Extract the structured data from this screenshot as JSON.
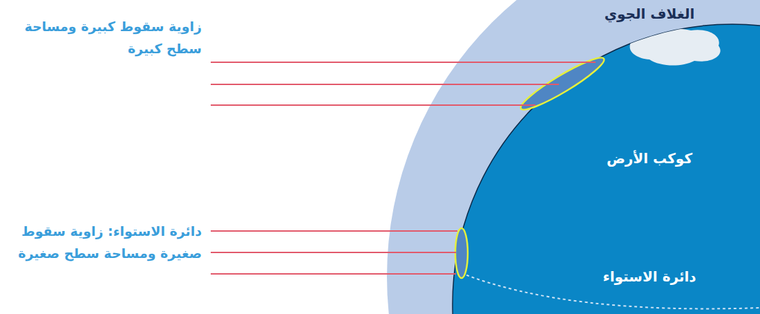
{
  "diagram": {
    "labels": [
      "الغلاف الجوي",
      "زاوية سقوط كبيرة ومساحة سطح كبيرة",
      "كوكب الأرض",
      "دائرة الاستواء: زاوية سقوط صغيرة ومساحة سطح صغيرة",
      "دائرة الاستواء"
    ]
  }
}
